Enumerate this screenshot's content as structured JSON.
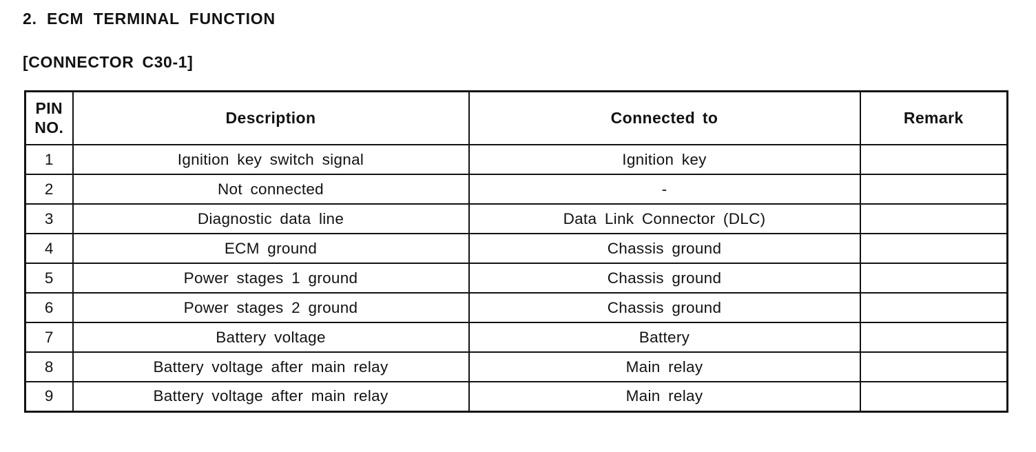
{
  "page": {
    "title": "2. ECM TERMINAL FUNCTION",
    "subtitle": "[CONNECTOR C30-1]"
  },
  "table": {
    "headers": {
      "pin_line1": "PIN",
      "pin_line2": "NO.",
      "description": "Description",
      "connected_to": "Connected to",
      "remark": "Remark"
    },
    "rows": [
      {
        "pin": "1",
        "description": "Ignition key switch signal",
        "connected_to": "Ignition key",
        "remark": ""
      },
      {
        "pin": "2",
        "description": "Not connected",
        "connected_to": "-",
        "remark": ""
      },
      {
        "pin": "3",
        "description": "Diagnostic data line",
        "connected_to": "Data Link Connector (DLC)",
        "remark": ""
      },
      {
        "pin": "4",
        "description": "ECM ground",
        "connected_to": "Chassis ground",
        "remark": ""
      },
      {
        "pin": "5",
        "description": "Power stages 1 ground",
        "connected_to": "Chassis ground",
        "remark": ""
      },
      {
        "pin": "6",
        "description": "Power stages 2 ground",
        "connected_to": "Chassis ground",
        "remark": ""
      },
      {
        "pin": "7",
        "description": "Battery voltage",
        "connected_to": "Battery",
        "remark": ""
      },
      {
        "pin": "8",
        "description": "Battery voltage after main relay",
        "connected_to": "Main relay",
        "remark": ""
      },
      {
        "pin": "9",
        "description": "Battery voltage after main relay",
        "connected_to": "Main relay",
        "remark": ""
      }
    ]
  }
}
